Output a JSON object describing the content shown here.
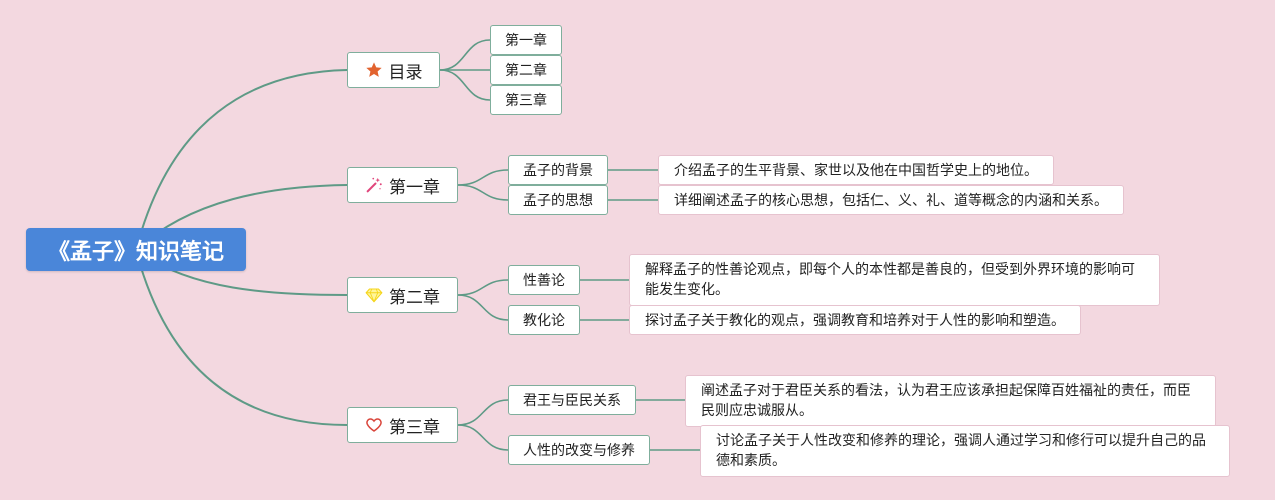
{
  "root": {
    "title": "《孟子》知识笔记"
  },
  "branches": [
    {
      "label": "目录",
      "icon": "star-icon",
      "children": [
        {
          "label": "第一章"
        },
        {
          "label": "第二章"
        },
        {
          "label": "第三章"
        }
      ]
    },
    {
      "label": "第一章",
      "icon": "magic-wand-icon",
      "children": [
        {
          "label": "孟子的背景",
          "detail": "介绍孟子的生平背景、家世以及他在中国哲学史上的地位。"
        },
        {
          "label": "孟子的思想",
          "detail": "详细阐述孟子的核心思想，包括仁、义、礼、道等概念的内涵和关系。"
        }
      ]
    },
    {
      "label": "第二章",
      "icon": "diamond-icon",
      "children": [
        {
          "label": "性善论",
          "detail": "解释孟子的性善论观点，即每个人的本性都是善良的，但受到外界环境的影响可能发生变化。"
        },
        {
          "label": "教化论",
          "detail": "探讨孟子关于教化的观点，强调教育和培养对于人性的影响和塑造。"
        }
      ]
    },
    {
      "label": "第三章",
      "icon": "heart-icon",
      "children": [
        {
          "label": "君王与臣民关系",
          "detail": "阐述孟子对于君臣关系的看法，认为君王应该承担起保障百姓福祉的责任，而臣民则应忠诚服从。"
        },
        {
          "label": "人性的改变与修养",
          "detail": "讨论孟子关于人性改变和修养的理论，强调人通过学习和修行可以提升自己的品德和素质。"
        }
      ]
    }
  ],
  "colors": {
    "background": "#f3d8e0",
    "root_fill": "#4a86d9",
    "root_text": "#ffffff",
    "line": "#5e9a86",
    "node_border": "#7fae9c",
    "leaf_border": "#e6c3cf",
    "star_icon": "#e2632f",
    "magic_wand_icon": "#e0457b",
    "diamond_icon": "#f5d51c",
    "heart_icon": "#d9453b"
  }
}
